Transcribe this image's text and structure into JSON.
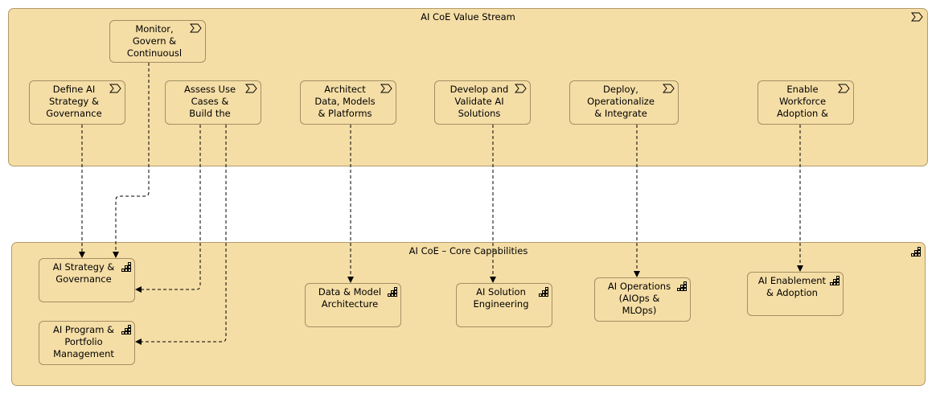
{
  "value_stream": {
    "title": "AI CoE Value Stream",
    "icon": "value-stream-icon",
    "stages": [
      {
        "id": "monitor",
        "label": "Monitor,\nGovern &\nContinuousl"
      },
      {
        "id": "define",
        "label": "Define AI\nStrategy &\nGovernance"
      },
      {
        "id": "assess",
        "label": "Assess Use\nCases &\nBuild the"
      },
      {
        "id": "architect",
        "label": "Architect\nData, Models\n& Platforms"
      },
      {
        "id": "develop",
        "label": "Develop and\nValidate AI\nSolutions"
      },
      {
        "id": "deploy",
        "label": "Deploy,\nOperationalize\n& Integrate"
      },
      {
        "id": "enable",
        "label": "Enable\nWorkforce\nAdoption &"
      }
    ]
  },
  "core_capabilities": {
    "title": "AI CoE – Core Capabilities",
    "icon": "capability-icon",
    "capabilities": [
      {
        "id": "strategy",
        "label": "AI Strategy &\nGovernance"
      },
      {
        "id": "program",
        "label": "AI Program &\nPortfolio\nManagement"
      },
      {
        "id": "data",
        "label": "Data & Model\nArchitecture"
      },
      {
        "id": "solution",
        "label": "AI Solution\nEngineering"
      },
      {
        "id": "ops",
        "label": "AI Operations\n(AIOps &\nMLOps)"
      },
      {
        "id": "enablement",
        "label": "AI Enablement\n& Adoption"
      }
    ]
  },
  "relations": [
    {
      "from": "define",
      "to": "strategy",
      "style": "dashed"
    },
    {
      "from": "monitor",
      "to": "strategy",
      "style": "dashed"
    },
    {
      "from": "assess",
      "to": "strategy",
      "style": "dashed"
    },
    {
      "from": "assess",
      "to": "program",
      "style": "dashed"
    },
    {
      "from": "architect",
      "to": "data",
      "style": "dashed"
    },
    {
      "from": "develop",
      "to": "solution",
      "style": "dashed"
    },
    {
      "from": "deploy",
      "to": "ops",
      "style": "dashed"
    },
    {
      "from": "enable",
      "to": "enablement",
      "style": "dashed"
    }
  ]
}
